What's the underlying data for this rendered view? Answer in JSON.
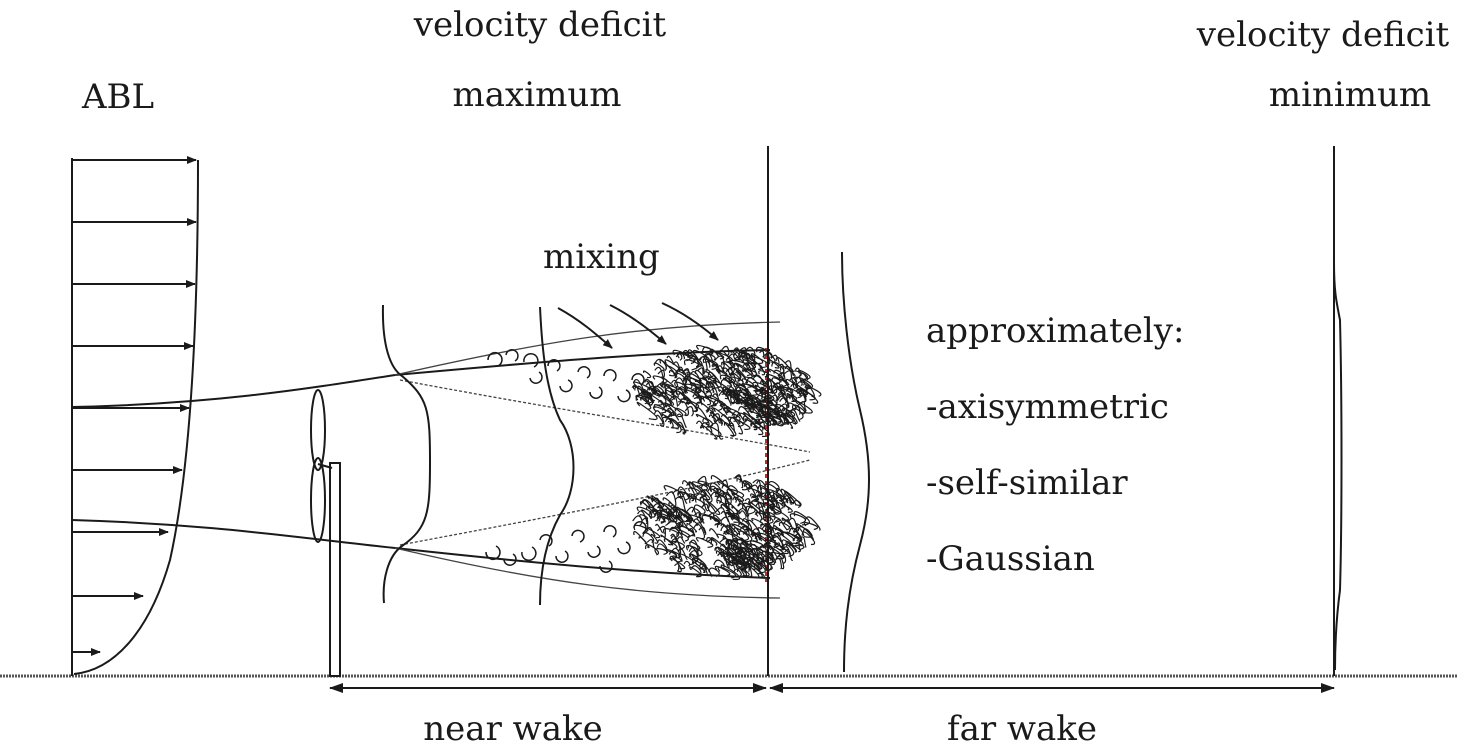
{
  "labels": {
    "abl": "ABL",
    "deficit_max_line1": "velocity deficit",
    "deficit_max_line2": "maximum",
    "deficit_min_line1": "velocity deficit",
    "deficit_min_line2": "minimum",
    "mixing": "mixing",
    "approx": "approximately:",
    "prop1": "-axisymmetric",
    "prop2": "-self-similar",
    "prop3": "-Gaussian",
    "near_wake": "near wake",
    "far_wake": "far wake"
  },
  "colors": {
    "ink": "#1a1a1a",
    "wake_boundary": "#b03030",
    "ground": "#555555"
  }
}
